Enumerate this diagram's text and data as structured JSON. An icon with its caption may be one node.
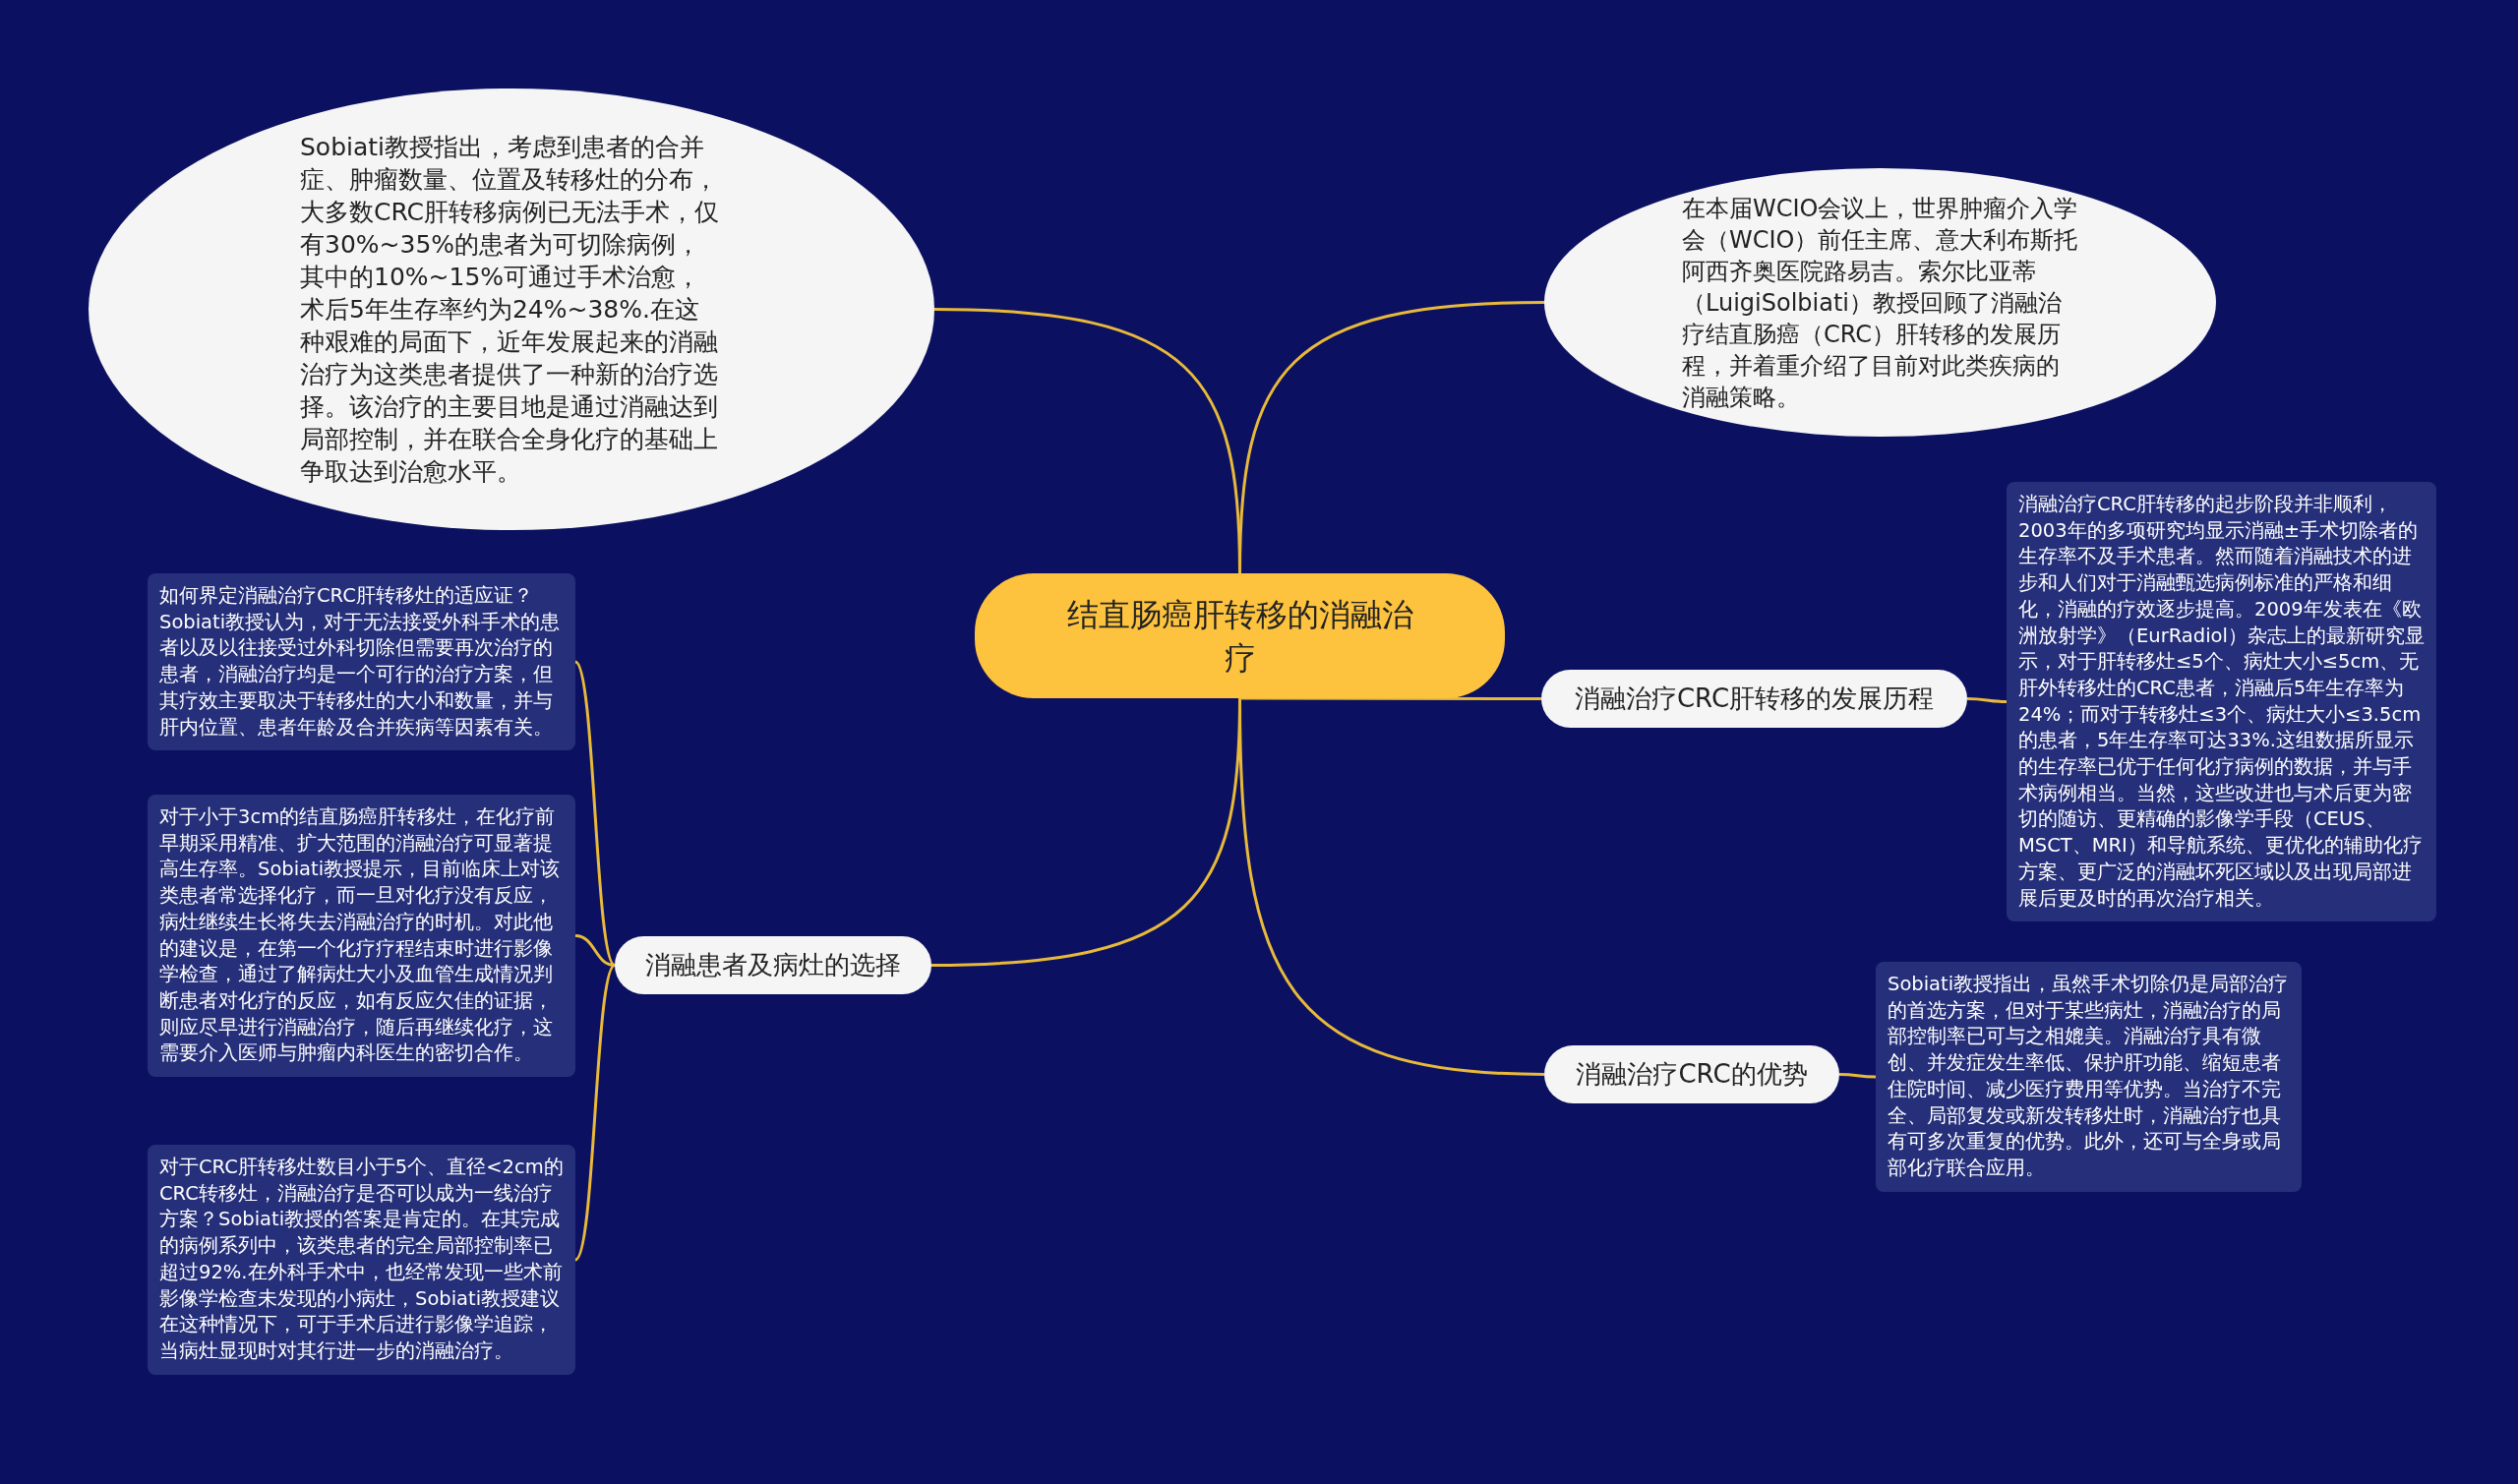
{
  "diagram": {
    "nodes": [
      {
        "text": [
          "结直肠癌肝转移的消融治疗"
        ]
      },
      {
        "text": [
          "Sobiati教授指出，考虑到患者的合并症、肿瘤数量、位置及转移灶的分布，大多数CRC肝转移病例已无法手术，仅有30%~35%的患者为可切除病例，其中的10%~15%可通过手术治愈，术后5年生存率约为24%~38%.在这种艰难的局面下，近年发展起来的消融治疗为这类患者提供了一种新的治疗选择。该治疗的主要目地是通过消融达到局部控制，并在联合全身化疗的基础上争取达到治愈水平。"
        ]
      },
      {
        "text": [
          "在本届WCIO会议上，世界肿瘤介入学会（WCIO）前任主席、意大利布斯托阿西齐奥医院路易吉。索尔比亚蒂（LuigiSolbiati）教授回顾了消融治疗结直肠癌（CRC）肝转移的发展历程，并着重介绍了目前对此类疾病的消融策略。"
        ]
      },
      {
        "text": [
          "消融治疗CRC肝转移的发展历程"
        ]
      },
      {
        "text": [
          "消融治疗CRC肝转移的起步阶段并非顺利，2003年的多项研究均显示消融±手术切除者的生存率不及手术患者。然而随着消融技术的进步和人们对于消融甄选病例标准的严格和细化，消融的疗效逐步提高。2009年发表在《欧洲放射学》（EurRadiol）杂志上的最新研究显示，对于肝转移灶≤5个、病灶大小≤5cm、无肝外转移灶的CRC患者，消融后5年生存率为24%；而对于转移灶≤3个、病灶大小≤3.5cm的患者，5年生存率可达33%.这组数据所显示的生存率已优于任何化疗病例的数据，并与手术病例相当。当然，这些改进也与术后更为密切的随访、更精确的影像学手段（CEUS、MSCT、MRI）和导航系统、更优化的辅助化疗方案、更广泛的消融坏死区域以及出现局部进展后更及时的再次治疗相关。"
        ]
      },
      {
        "text": [
          "消融治疗CRC的优势"
        ]
      },
      {
        "text": [
          "Sobiati教授指出，虽然手术切除仍是局部治疗的首选方案，但对于某些病灶，消融治疗的局部控制率已可与之相媲美。消融治疗具有微创、并发症发生率低、保护肝功能、缩短患者住院时间、减少医疗费用等优势。当治疗不完全、局部复发或新发转移灶时，消融治疗也具有可多次重复的优势。此外，还可与全身或局部化疗联合应用。"
        ]
      },
      {
        "text": [
          "消融患者及病灶的选择"
        ]
      },
      {
        "text": [
          "如何界定消融治疗CRC肝转移灶的适应证？Sobiati教授认为，对于无法接受外科手术的患者以及以往接受过外科切除但需要再次治疗的患者，消融治疗均是一个可行的治疗方案，但其疗效主要取决于转移灶的大小和数量，并与肝内位置、患者年龄及合并疾病等因素有关。"
        ]
      },
      {
        "text": [
          "对于小于3cm的结直肠癌肝转移灶，在化疗前早期采用精准、扩大范围的消融治疗可显著提高生存率。Sobiati教授提示，目前临床上对该类患者常选择化疗，而一旦对化疗没有反应，病灶继续生长将失去消融治疗的时机。对此他的建议是，在第一个化疗疗程结束时进行影像学检查，通过了解病灶大小及血管生成情况判断患者对化疗的反应，如有反应欠佳的证据，则应尽早进行消融治疗，随后再继续化疗，这需要介入医师与肿瘤内科医生的密切合作。"
        ]
      },
      {
        "text": [
          "对于CRC肝转移灶数目小于5个、直径<2cm的CRC转移灶，消融治疗是否可以成为一线治疗方案？Sobiati教授的答案是肯定的。在其完成的病例系列中，该类患者的完全局部控制率已超过92%.在外科手术中，也经常发现一些术前影像学检查未发现的小病灶，Sobiati教授建议在这种情况下，可于手术后进行影像学追踪，当病灶显现时对其行进一步的消融治疗。"
        ]
      }
    ],
    "edges": [
      {
        "from": 0,
        "to": 1,
        "arrow": "none"
      },
      {
        "from": 0,
        "to": 2,
        "arrow": "none"
      },
      {
        "from": 0,
        "to": 3,
        "arrow": "none"
      },
      {
        "from": 3,
        "to": 4,
        "arrow": "none"
      },
      {
        "from": 0,
        "to": 5,
        "arrow": "none"
      },
      {
        "from": 5,
        "to": 6,
        "arrow": "none"
      },
      {
        "from": 0,
        "to": 7,
        "arrow": "none"
      },
      {
        "from": 7,
        "to": 8,
        "arrow": "none"
      },
      {
        "from": 7,
        "to": 9,
        "arrow": "none"
      },
      {
        "from": 7,
        "to": 10,
        "arrow": "none"
      }
    ]
  }
}
